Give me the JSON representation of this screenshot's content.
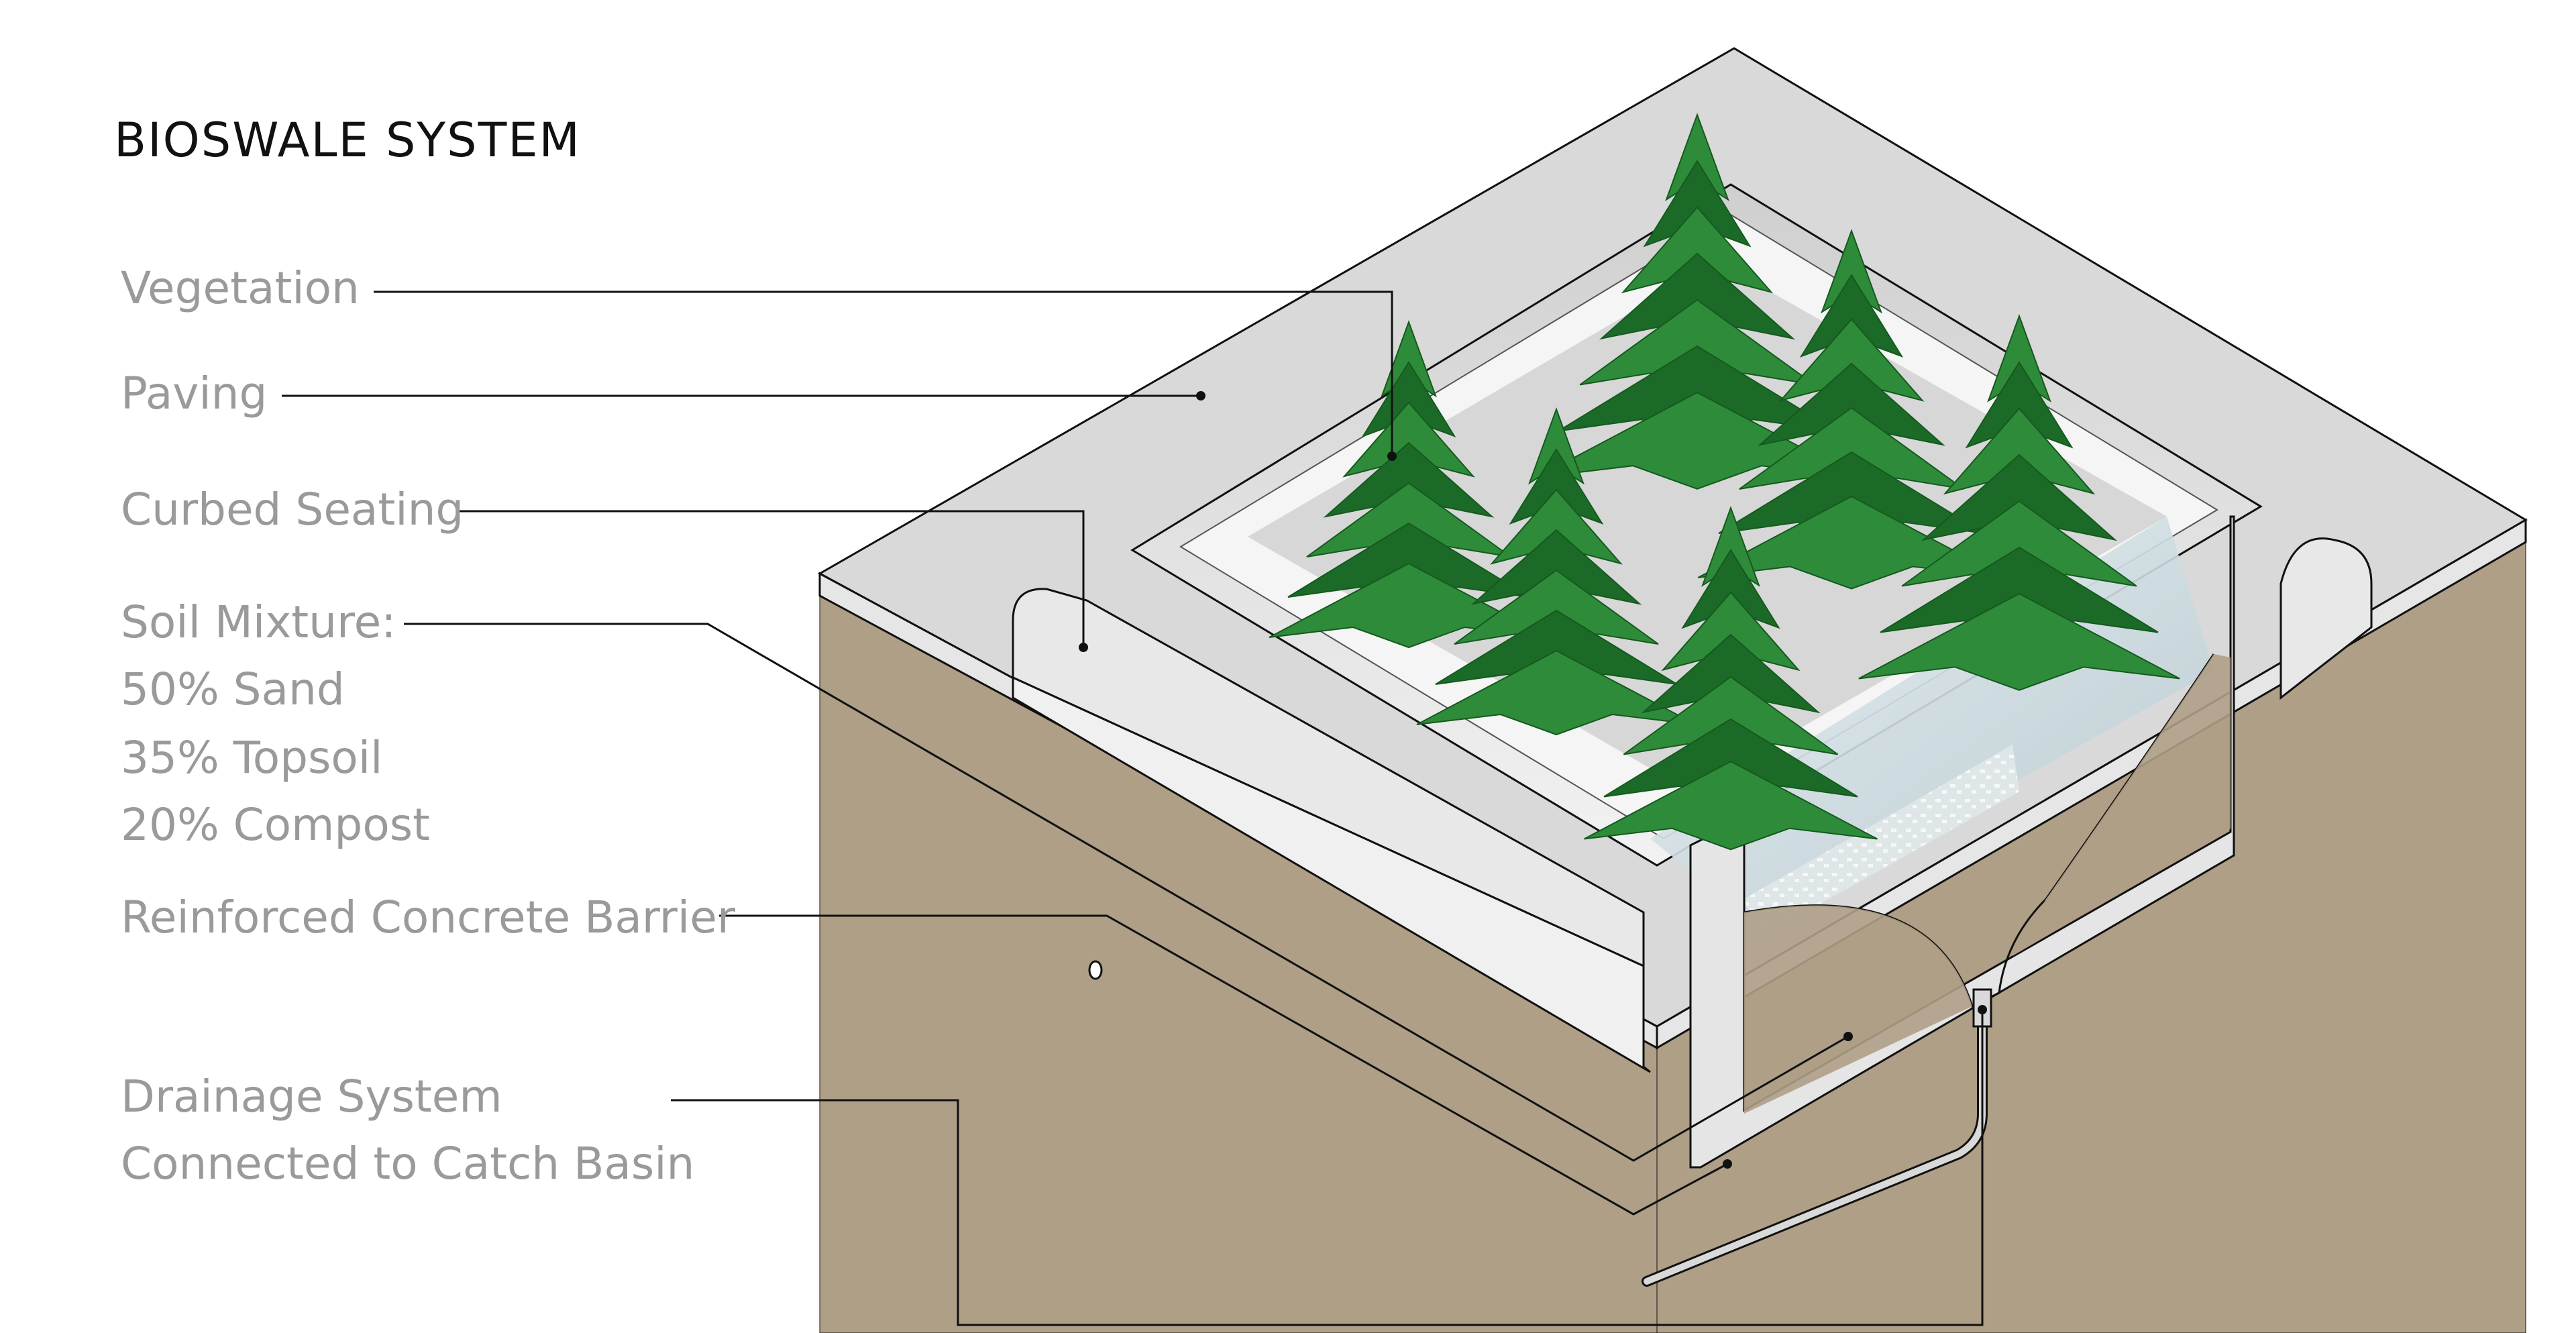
{
  "title": "BIOSWALE SYSTEM",
  "labels": {
    "vegetation": "Vegetation",
    "paving": "Paving",
    "curbed_seating": "Curbed Seating",
    "soil_mixture": [
      "Soil Mixture:",
      "50% Sand",
      "35% Topsoil",
      "20% Compost"
    ],
    "concrete_barrier": "Reinforced Concrete Barrier",
    "drainage": [
      "Drainage System",
      "Connected to Catch Basin"
    ]
  },
  "colors": {
    "soil": "#ae9f86",
    "paving": "#e6e6e6",
    "paving_top": "#d9d9d9",
    "concrete": "#ececec",
    "vegetation": "#2e8b3a",
    "vegetation_dark": "#1c6a28",
    "water": "#cfdde2",
    "label_text": "#9a9a9a",
    "leader": "#111111"
  }
}
